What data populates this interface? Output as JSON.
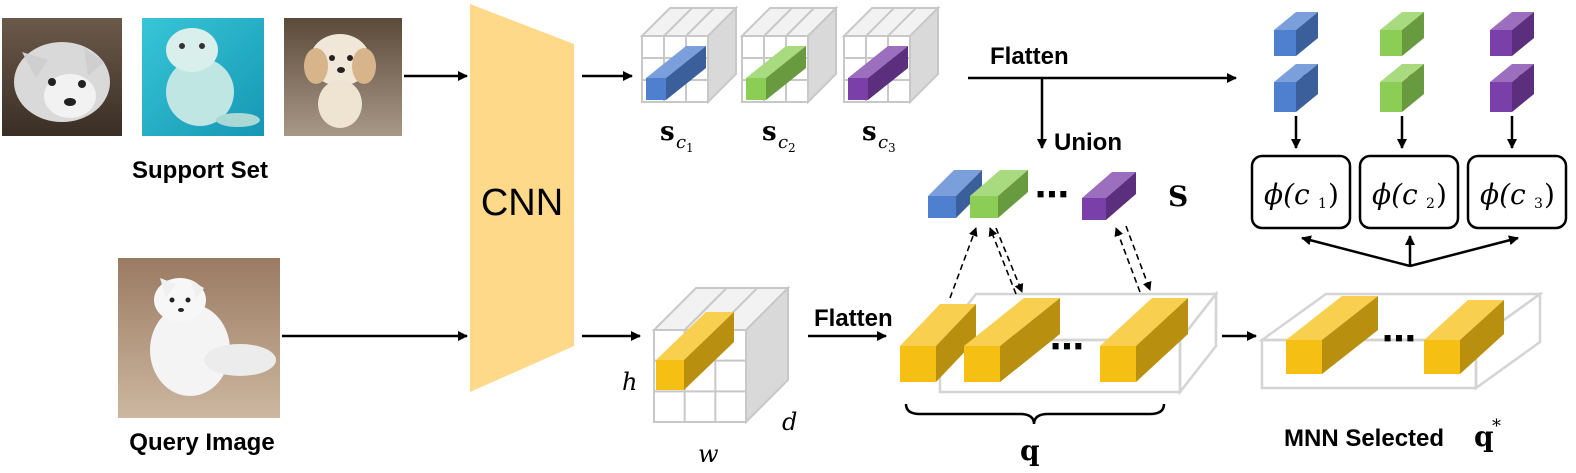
{
  "labels": {
    "support_set": "Support Set",
    "query_image": "Query Image",
    "cnn": "CNN",
    "flatten_top": "Flatten",
    "flatten_bottom": "Flatten",
    "union": "Union",
    "s_c1": "s",
    "s_c2": "s",
    "s_c3": "s",
    "c1_sub": "c",
    "c2_sub": "c",
    "c3_sub": "c",
    "c1_idx": "1",
    "c2_idx": "2",
    "c3_idx": "3",
    "S": "S",
    "phi1": "ϕ(c",
    "phi2": "ϕ(c",
    "phi3": "ϕ(c",
    "phi_close": ")",
    "h": "h",
    "w": "w",
    "d": "d",
    "q": "q",
    "mnn_selected": "MNN Selected ",
    "q_star": "q",
    "star": "*",
    "ellipsis": "⋯"
  },
  "images": {
    "support": [
      "arctic-fox-photo",
      "seal-photo",
      "poodle-photo"
    ],
    "query": "white-arctic-fox-photo"
  },
  "colors": {
    "cnn": "#ffd98a",
    "blue": "#4f7fcf",
    "green": "#8bcd55",
    "purple": "#7a3fa8",
    "yellow": "#f5bf13",
    "grid": "#c8c8c8"
  }
}
